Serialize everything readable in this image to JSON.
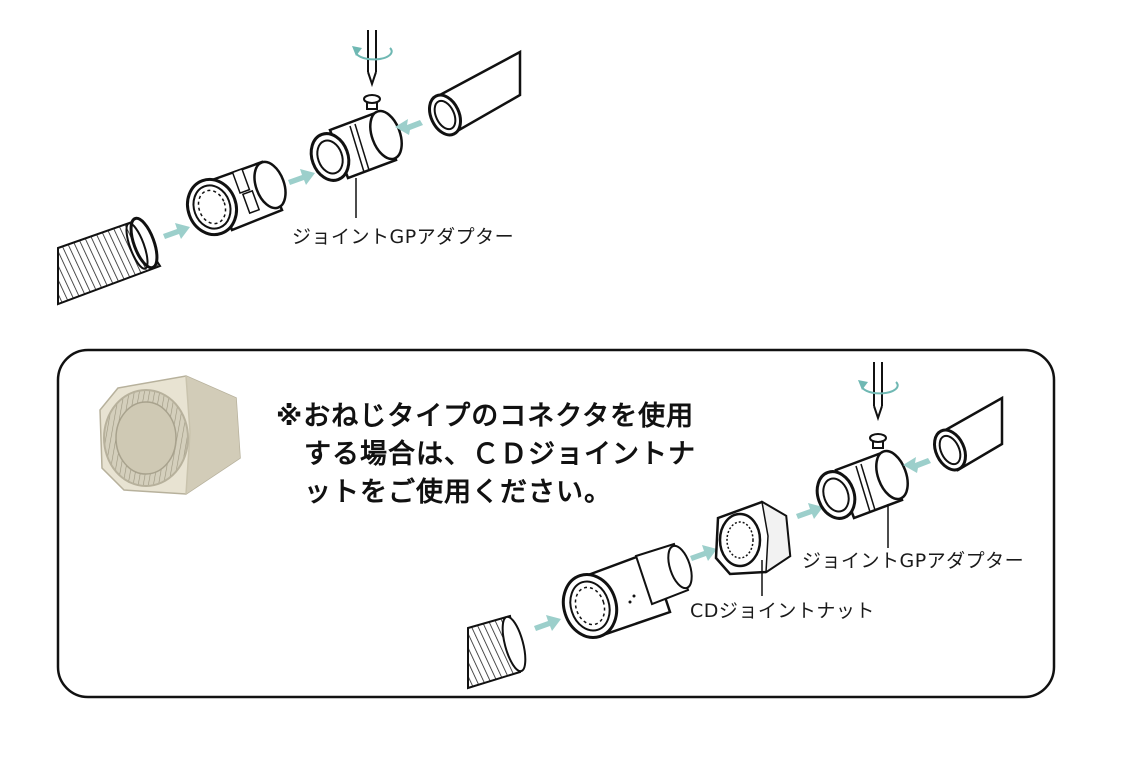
{
  "top_diagram": {
    "label_adapter": "ジョイントGPアダプター"
  },
  "note_box": {
    "note_lines": [
      "※おねじタイプのコネクタを使用",
      "する場合は、ＣＤジョイントナ",
      "ットをご使用ください。"
    ],
    "label_adapter": "ジョイントGPアダプター",
    "label_nut": "CDジョイントナット"
  },
  "colors": {
    "arrow": "#9ccfcb",
    "outline": "#1a1a1a",
    "nut_fill": "#ddd8c6"
  }
}
